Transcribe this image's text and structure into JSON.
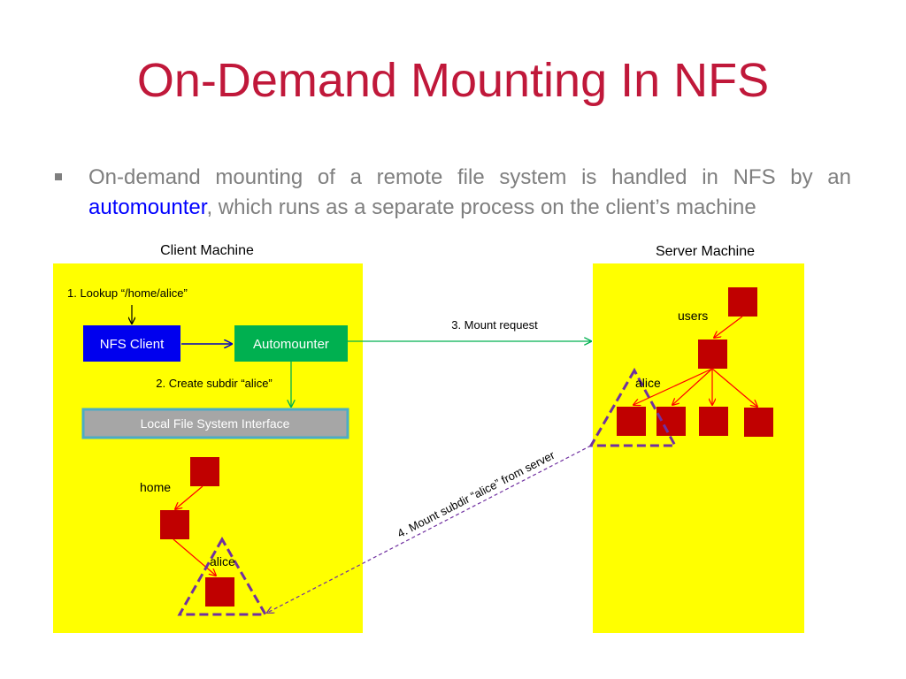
{
  "title": "On-Demand Mounting In NFS",
  "bullet": {
    "line1": "On-demand mounting of a remote file system is handled in NFS by an",
    "keyword": "automounter",
    "rest": ", which runs as a separate process on the client’s machine"
  },
  "client": {
    "heading": "Client Machine",
    "step1": "1. Lookup “/home/alice”",
    "nfs_client": "NFS Client",
    "automounter": "Automounter",
    "step2": "2. Create subdir “alice”",
    "local_fs": "Local File System Interface",
    "home_label": "home",
    "alice_label": "alice"
  },
  "server": {
    "heading": "Server Machine",
    "users_label": "users",
    "alice_label": "alice"
  },
  "step3": "3. Mount request",
  "step4": "4. Mount subdir “alice” from server",
  "colors": {
    "title": "#c0183a",
    "panel": "#ffff00",
    "nfs_client": "#0000ee",
    "automounter": "#00b050",
    "local_fs": "#a6a6a6",
    "node": "#c00000",
    "edge": "#ff0000",
    "mount_link": "#7030a0"
  }
}
